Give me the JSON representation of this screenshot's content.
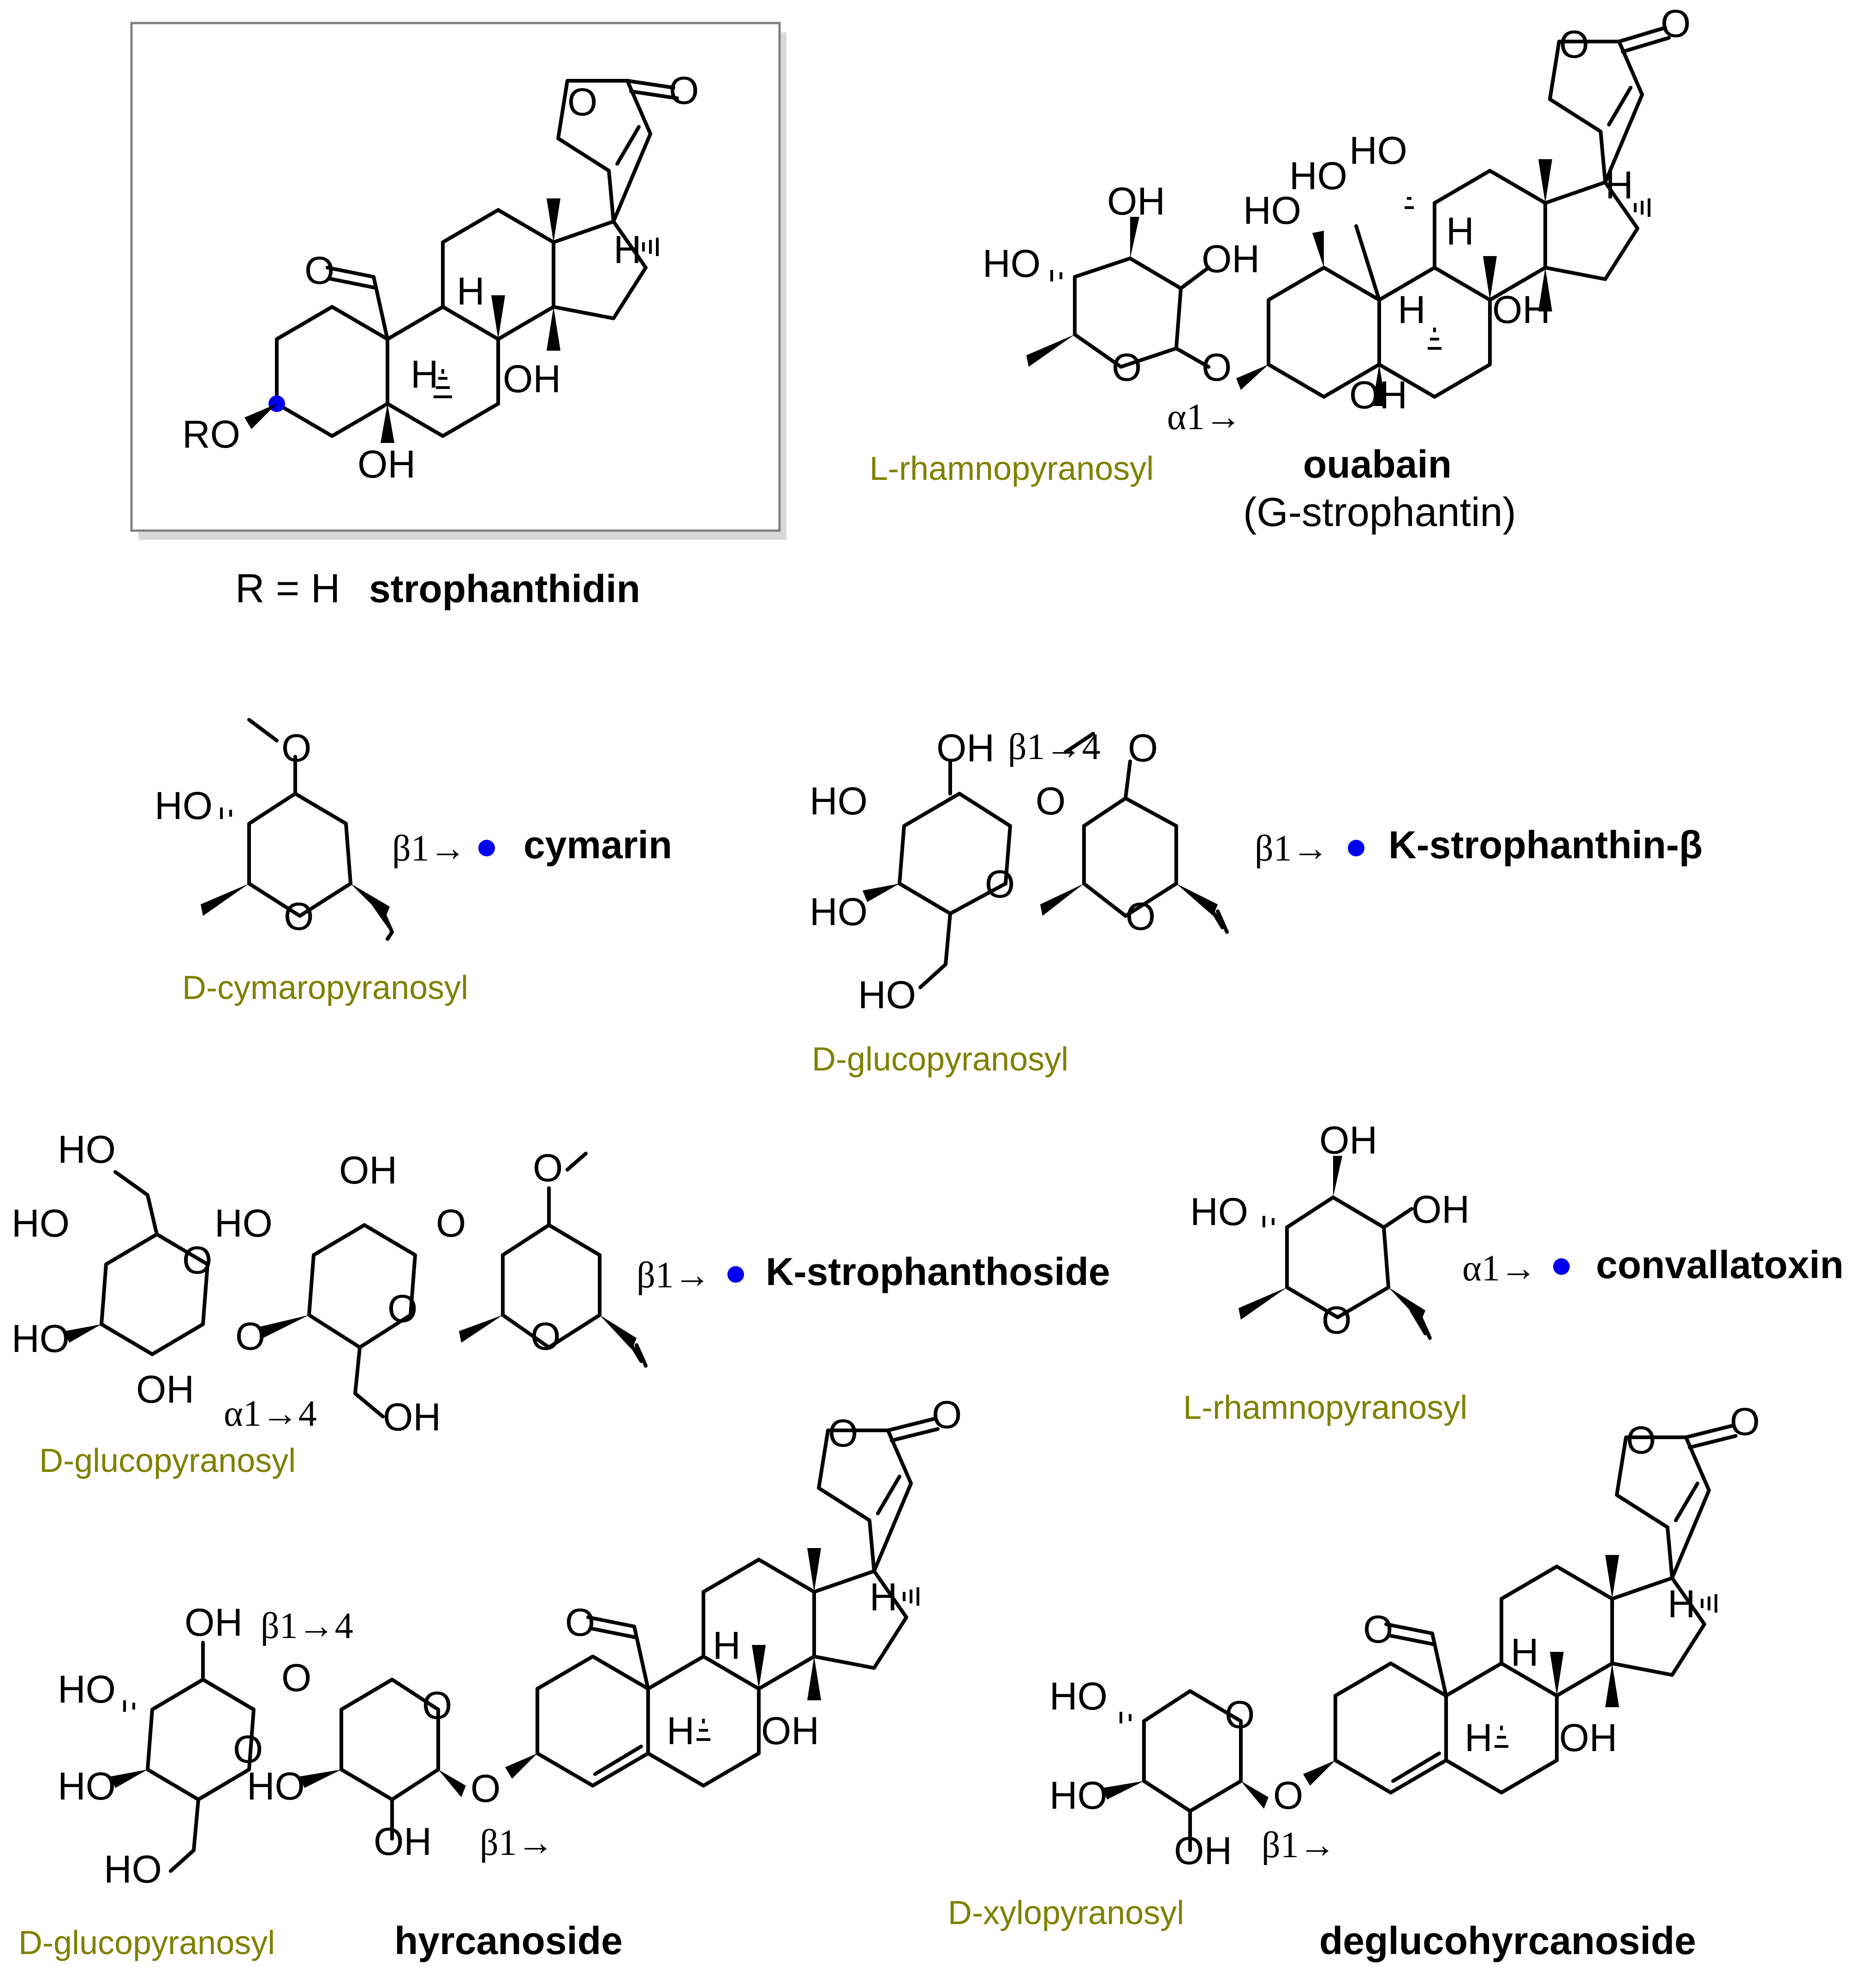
{
  "colors": {
    "sugar_label": "#808000",
    "marker": "#0000ee",
    "box_border": "#7f7f7f",
    "ink": "#000000"
  },
  "aglycone": {
    "r_def": "R = H",
    "name": "strophanthidin",
    "ro": "RO"
  },
  "ouabain": {
    "name": "ouabain",
    "alt_name": "(G-strophantin)",
    "linkage": "α1→",
    "sugar": "L-rhamnopyranosyl"
  },
  "cymarin": {
    "name": "cymarin",
    "linkage": "β1→",
    "sugar": "D-cymaropyranosyl"
  },
  "kstrophanthin": {
    "name": "K-strophanthin-β",
    "linkage": "β1→",
    "linkage_inner": "β1→4",
    "sugar": "D-glucopyranosyl"
  },
  "kstrophanthoside": {
    "name": "K-strophanthoside",
    "linkage": "β1→",
    "linkage_inner": "α1→4",
    "sugar": "D-glucopyranosyl"
  },
  "convallatoxin": {
    "name": "convallatoxin",
    "linkage": "α1→",
    "sugar": "L-rhamnopyranosyl"
  },
  "hyrcanoside": {
    "name": "hyrcanoside",
    "linkage": "β1→",
    "linkage_inner": "β1→4",
    "sugar": "D-glucopyranosyl"
  },
  "deglucohyrcanoside": {
    "name": "deglucohyrcanoside",
    "linkage": "β1→",
    "sugar": "D-xylopyranosyl"
  },
  "atoms": {
    "O": "O",
    "OH": "OH",
    "HO": "HO",
    "H": "H"
  }
}
